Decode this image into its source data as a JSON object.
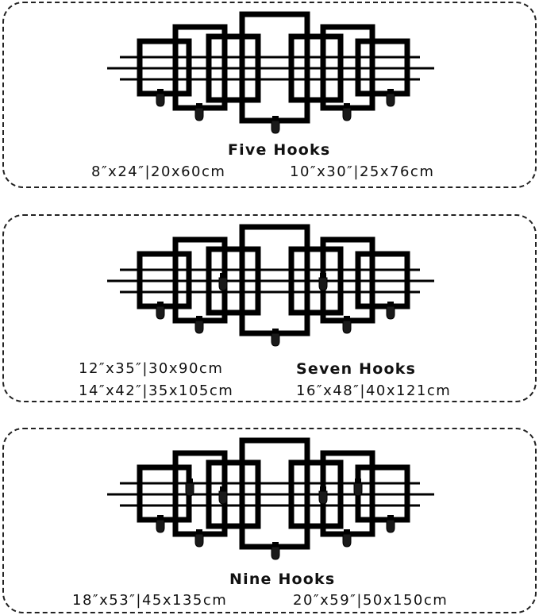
{
  "panels": [
    {
      "title": "Five Hooks",
      "sizes": [
        "8″x24″|20x60cm",
        "10″x30″|25x76cm"
      ],
      "hooks": 5
    },
    {
      "title": "Seven Hooks",
      "sizes": [
        "12″x35″|30x90cm",
        "14″x42″|35x105cm",
        "16″x48″|40x121cm"
      ],
      "hooks": 7
    },
    {
      "title": "Nine Hooks",
      "sizes": [
        "18″x53″|45x135cm",
        "20″x59″|50x150cm"
      ],
      "hooks": 9
    }
  ]
}
